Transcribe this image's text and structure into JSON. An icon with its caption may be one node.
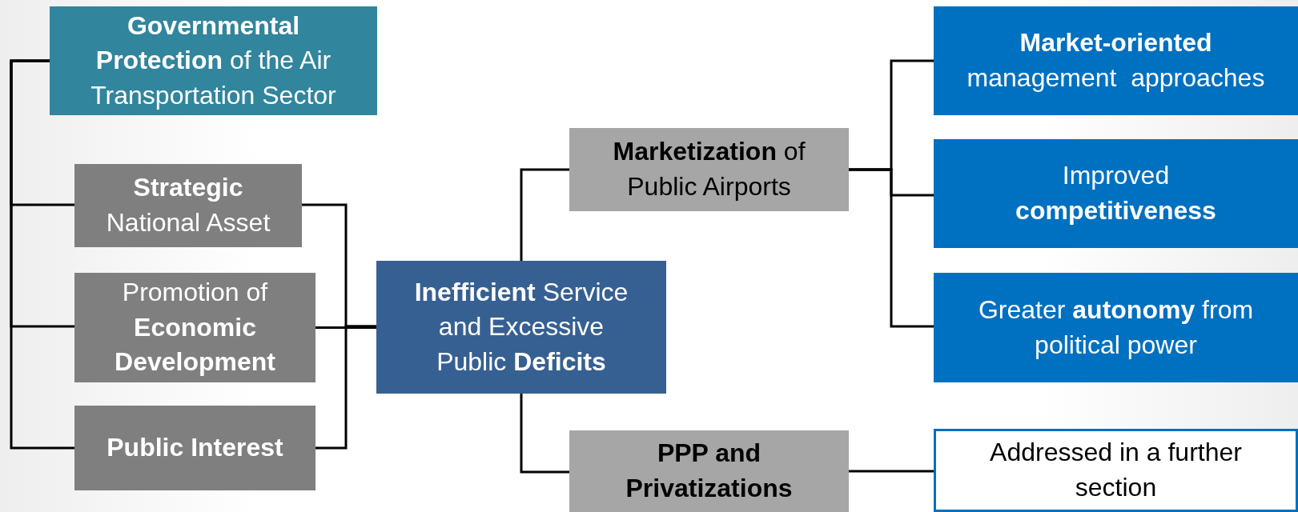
{
  "diagram": {
    "nodes": [
      {
        "text": [
          "**Governmental Protection** of the Air Transportation Sector"
        ]
      },
      {
        "text": [
          "**Strategic** National Asset"
        ]
      },
      {
        "text": [
          "Promotion of **Economic Development**"
        ]
      },
      {
        "text": [
          "Public Interest"
        ]
      },
      {
        "text": [
          "**Inefficient** Service and Excessive Public **Deficits**"
        ]
      },
      {
        "text": [
          "**Marketization** of Public Airports"
        ]
      },
      {
        "text": [
          "PPP and Privatizations"
        ]
      },
      {
        "text": [
          "**Market-oriented** management  approaches"
        ]
      },
      {
        "text": [
          "Improved **competitiveness**"
        ]
      },
      {
        "text": [
          "Greater **autonomy** from political power"
        ]
      },
      {
        "text": [
          "Addressed in a further section"
        ]
      }
    ],
    "edges": [
      {
        "from": 0,
        "to": 1,
        "arrow": "none"
      },
      {
        "from": 0,
        "to": 2,
        "arrow": "none"
      },
      {
        "from": 0,
        "to": 3,
        "arrow": "none"
      },
      {
        "from": 1,
        "to": 4,
        "arrow": "none"
      },
      {
        "from": 2,
        "to": 4,
        "arrow": "none"
      },
      {
        "from": 3,
        "to": 4,
        "arrow": "none"
      },
      {
        "from": 4,
        "to": 5,
        "arrow": "none"
      },
      {
        "from": 4,
        "to": 6,
        "arrow": "none"
      },
      {
        "from": 5,
        "to": 7,
        "arrow": "none"
      },
      {
        "from": 5,
        "to": 8,
        "arrow": "none"
      },
      {
        "from": 5,
        "to": 9,
        "arrow": "none"
      },
      {
        "from": 6,
        "to": 10,
        "arrow": "none"
      }
    ]
  }
}
